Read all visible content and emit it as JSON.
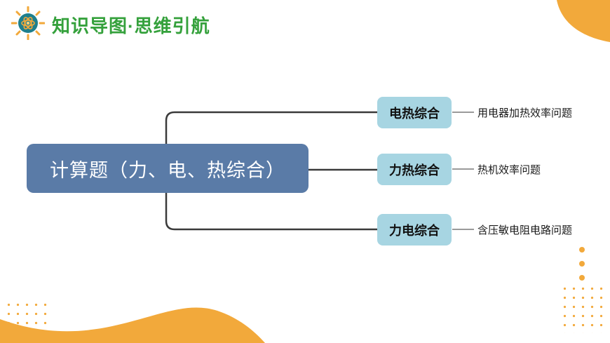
{
  "header": {
    "title": "知识导图·思维引航",
    "icon": "atom-sun-icon"
  },
  "mindmap": {
    "root": {
      "label": "计算题（力、电、热综合）"
    },
    "branches": [
      {
        "label": "电热综合",
        "detail": "用电器加热效率问题"
      },
      {
        "label": "力热综合",
        "detail": "热机效率问题"
      },
      {
        "label": "力电综合",
        "detail": "含压敏电阻电路问题"
      }
    ]
  },
  "colors": {
    "accent_orange": "#F2A93B",
    "title_green": "#35A13C",
    "root_fill": "#5A7BA7",
    "branch_fill": "#A7D5E2",
    "connector_dark": "#3A3A3A",
    "connector_light": "#9A9A9A",
    "icon_teal": "#1F7F8C"
  }
}
